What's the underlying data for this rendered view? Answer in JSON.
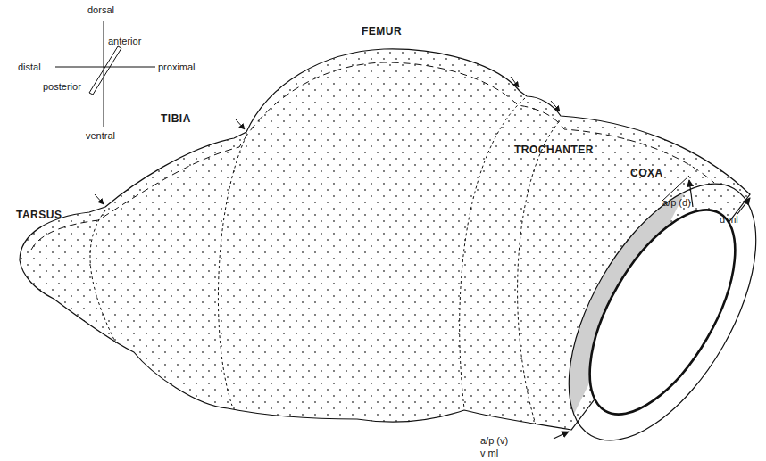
{
  "diagram": {
    "labels": [
      "dorsal",
      "anterior",
      "distal",
      "proximal",
      "posterior",
      "ventral",
      "FEMUR",
      "TIBIA",
      "TROCHANTER",
      "COXA",
      "TARSUS",
      "a/p (d)",
      "d ml",
      "a/p (v)",
      "v ml"
    ]
  }
}
